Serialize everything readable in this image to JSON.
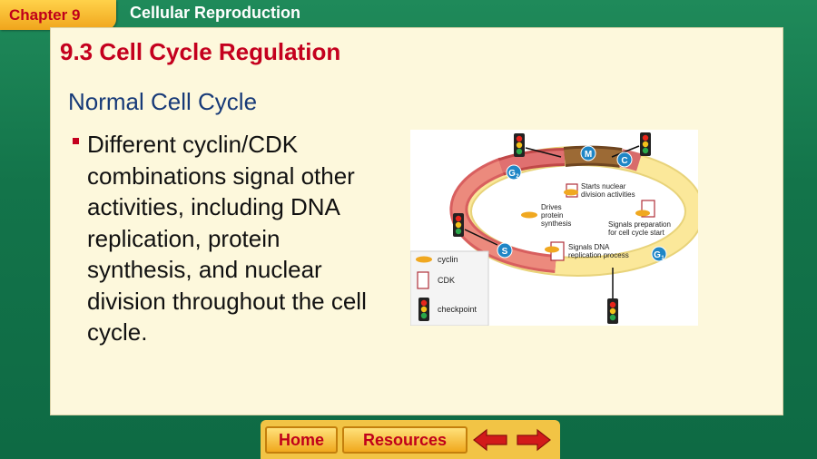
{
  "header": {
    "chapter_label": "Chapter 9",
    "chapter_title": "Cellular Reproduction"
  },
  "slide": {
    "section_title": "9.3 Cell Cycle Regulation",
    "subheading": "Normal Cell Cycle",
    "bullets": [
      "Different cyclin/CDK combinations signal other activities, including DNA replication, protein synthesis, and nuclear division throughout the cell cycle."
    ]
  },
  "diagram": {
    "phases": {
      "m": "M",
      "c": "C",
      "g2": "G",
      "g2_sub": "2",
      "s": "S",
      "g1": "G",
      "g1_sub": "1"
    },
    "annotations": {
      "nuclear_1": "Starts nuclear",
      "nuclear_2": "division activities",
      "protein_1": "Drives",
      "protein_2": "protein",
      "protein_3": "synthesis",
      "prep_1": "Signals preparation",
      "prep_2": "for cell cycle start",
      "dna_1": "Signals DNA",
      "dna_2": "replication process"
    },
    "legend": {
      "cyclin": "cyclin",
      "cdk": "CDK",
      "checkpoint": "checkpoint"
    },
    "colors": {
      "cyclin": "#f0a820",
      "cdk_outline": "#b0303a",
      "ring_pink": "#e07070",
      "ring_yellow": "#fbe89a",
      "ring_brown": "#8a5a2a"
    }
  },
  "nav": {
    "home_label": "Home",
    "resources_label": "Resources",
    "prev_icon": "left-arrow-icon",
    "next_icon": "right-arrow-icon"
  }
}
